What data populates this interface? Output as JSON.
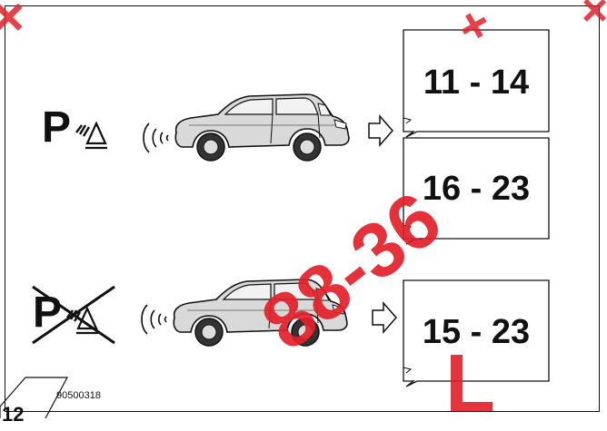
{
  "diagram": {
    "ranges": {
      "top_1": "11 - 14",
      "top_2": "16 - 23",
      "bottom": "15 - 23"
    },
    "reference_code": "90500318",
    "page_number": "12",
    "watermark": {
      "diagonal_text": "88-36",
      "corner_text": "L"
    },
    "icons": [
      "parking-sensor-active-icon",
      "parking-sensor-disabled-icon",
      "sensor-wave-icon",
      "car-icon",
      "arrow-right-icon"
    ],
    "colors": {
      "line": "#111111",
      "watermark": "#e2202a"
    }
  }
}
